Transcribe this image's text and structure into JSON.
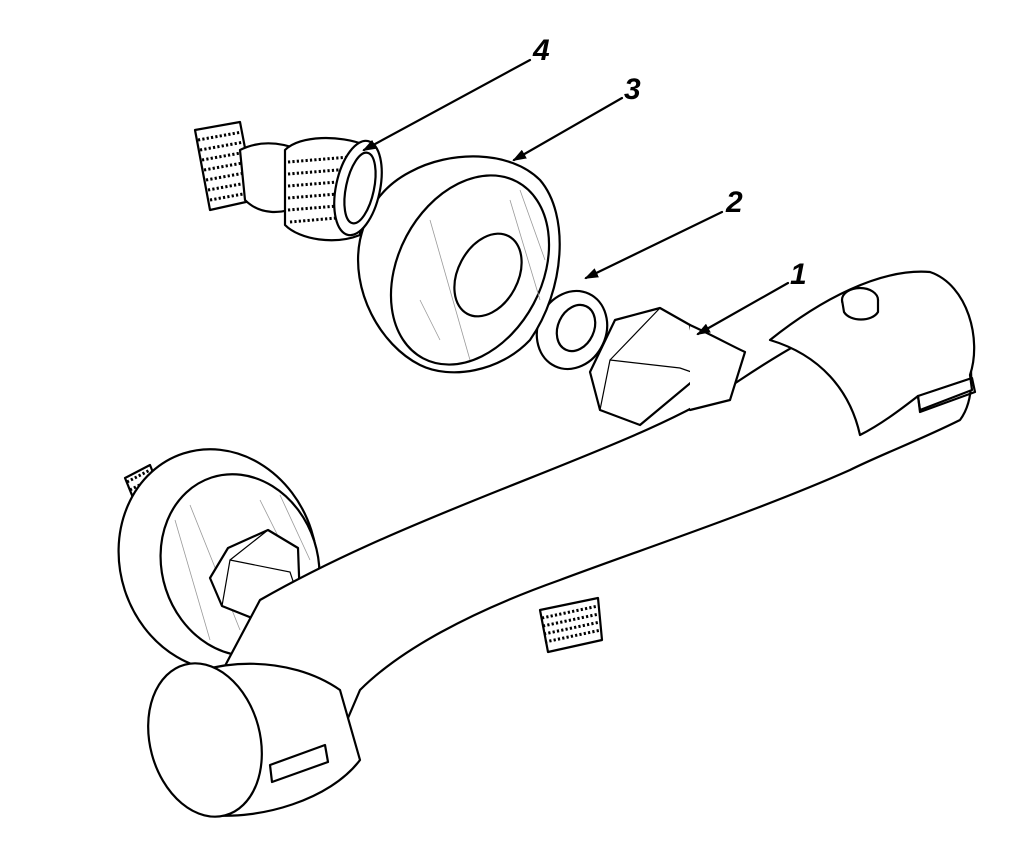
{
  "diagram": {
    "callouts": [
      {
        "id": "1",
        "label": "1"
      },
      {
        "id": "2",
        "label": "2"
      },
      {
        "id": "3",
        "label": "3"
      },
      {
        "id": "4",
        "label": "4"
      }
    ],
    "colors": {
      "ink": "#000000",
      "background": "#ffffff",
      "hatch": "#9a9a9a"
    }
  }
}
